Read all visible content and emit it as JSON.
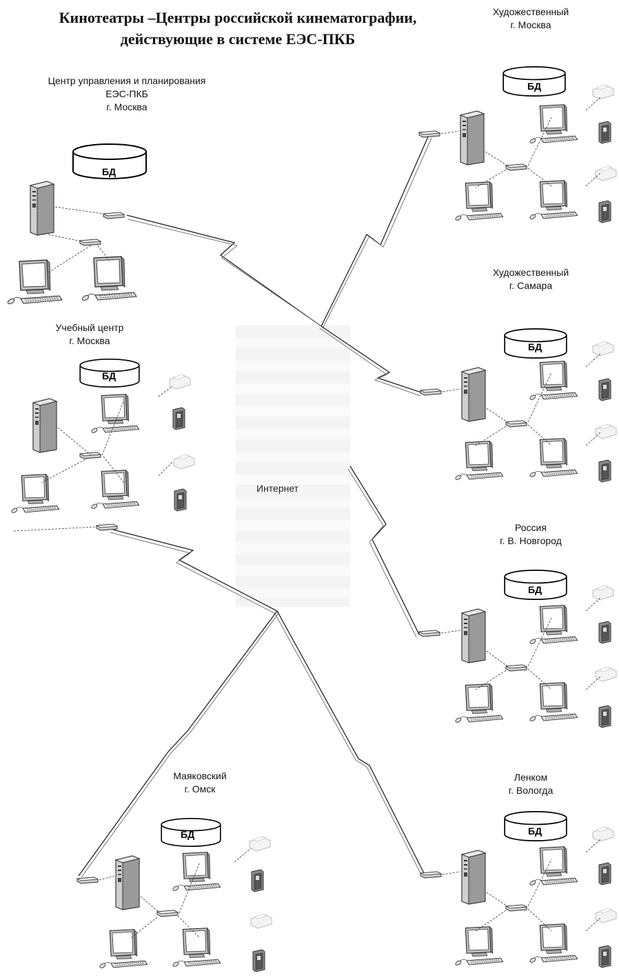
{
  "title": {
    "line1": "Кинотеатры –Центры российской кинематографии,",
    "line2": "действующие в системе ЕЭС-ПКБ"
  },
  "center_label": "Интернет",
  "db_label": "БД",
  "sites": [
    {
      "id": "mgmt-center",
      "lines": [
        "Центр управления и планирования",
        "ЕЭС-ПКБ",
        "г. Москва"
      ]
    },
    {
      "id": "training-center",
      "lines": [
        "Учебный центр",
        "г. Москва"
      ]
    },
    {
      "id": "mayakovsky",
      "lines": [
        "Маяковский",
        "г. Омск"
      ]
    },
    {
      "id": "khud-moscow",
      "lines": [
        "Художественный",
        "г. Москва"
      ]
    },
    {
      "id": "khud-samara",
      "lines": [
        "Художественный",
        "г. Самара"
      ]
    },
    {
      "id": "rossiya",
      "lines": [
        "Россия",
        "г. В. Новгород"
      ]
    },
    {
      "id": "lenkom",
      "lines": [
        "Ленком",
        "г. Вологда"
      ]
    }
  ]
}
